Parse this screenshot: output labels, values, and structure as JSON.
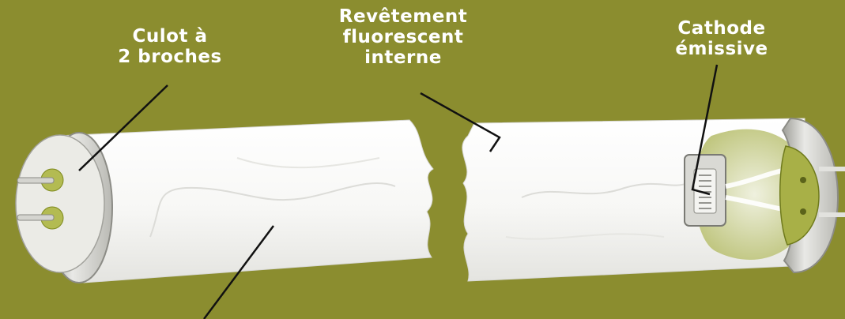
{
  "labels": {
    "culot": [
      "Culot à",
      "2 broches"
    ],
    "revetement": [
      "Revêtement",
      "fluorescent",
      "interne"
    ],
    "cathode": [
      "Cathode",
      "émissive"
    ]
  },
  "colors": {
    "background": "#8b8d2f",
    "tube": "#ffffff",
    "cap_metal": "#c9c9c4",
    "pin_ring": "#8a9a2a",
    "leader_line": "#111111",
    "label_text": "#ffffff"
  }
}
